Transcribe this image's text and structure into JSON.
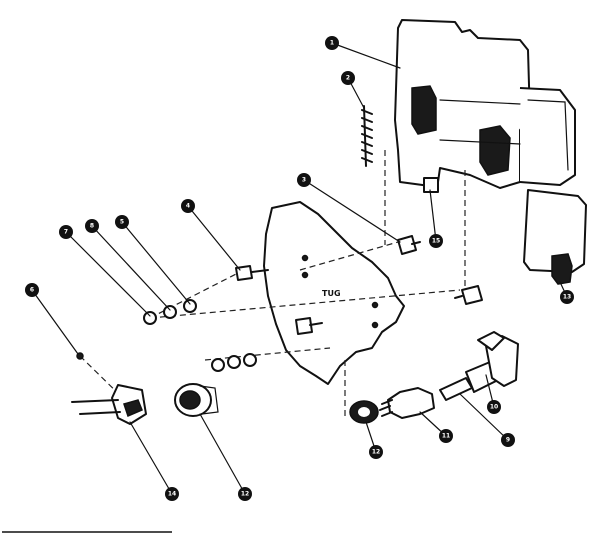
{
  "diagram": {
    "plate_tag": "TUG",
    "callouts": [
      {
        "id": "c1",
        "label": "1"
      },
      {
        "id": "c2",
        "label": "2"
      },
      {
        "id": "c3",
        "label": "3"
      },
      {
        "id": "c4",
        "label": "4"
      },
      {
        "id": "c5",
        "label": "5"
      },
      {
        "id": "c6",
        "label": "6"
      },
      {
        "id": "c7",
        "label": "7"
      },
      {
        "id": "c8",
        "label": "8"
      },
      {
        "id": "c9",
        "label": "9"
      },
      {
        "id": "c10",
        "label": "10"
      },
      {
        "id": "c11",
        "label": "11"
      },
      {
        "id": "c12a",
        "label": "12"
      },
      {
        "id": "c12b",
        "label": "12"
      },
      {
        "id": "c13",
        "label": "13"
      },
      {
        "id": "c14",
        "label": "14"
      },
      {
        "id": "c15",
        "label": "15"
      }
    ]
  }
}
